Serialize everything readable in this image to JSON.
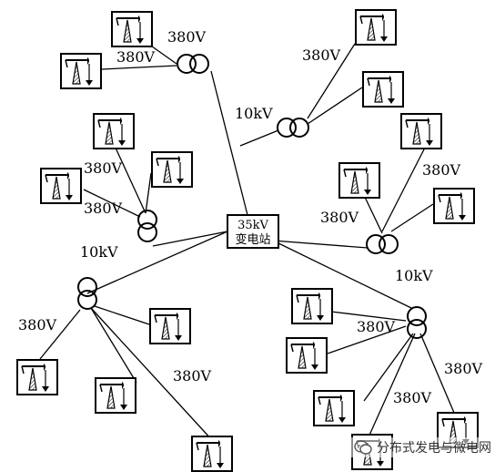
{
  "substation": {
    "line1": "35kV",
    "line2": "变电站"
  },
  "voltages": {
    "mv": "10kV",
    "lv": "380V"
  },
  "watermark": {
    "text": "分布式发电与微电网",
    "icon": "wechat-icon"
  }
}
